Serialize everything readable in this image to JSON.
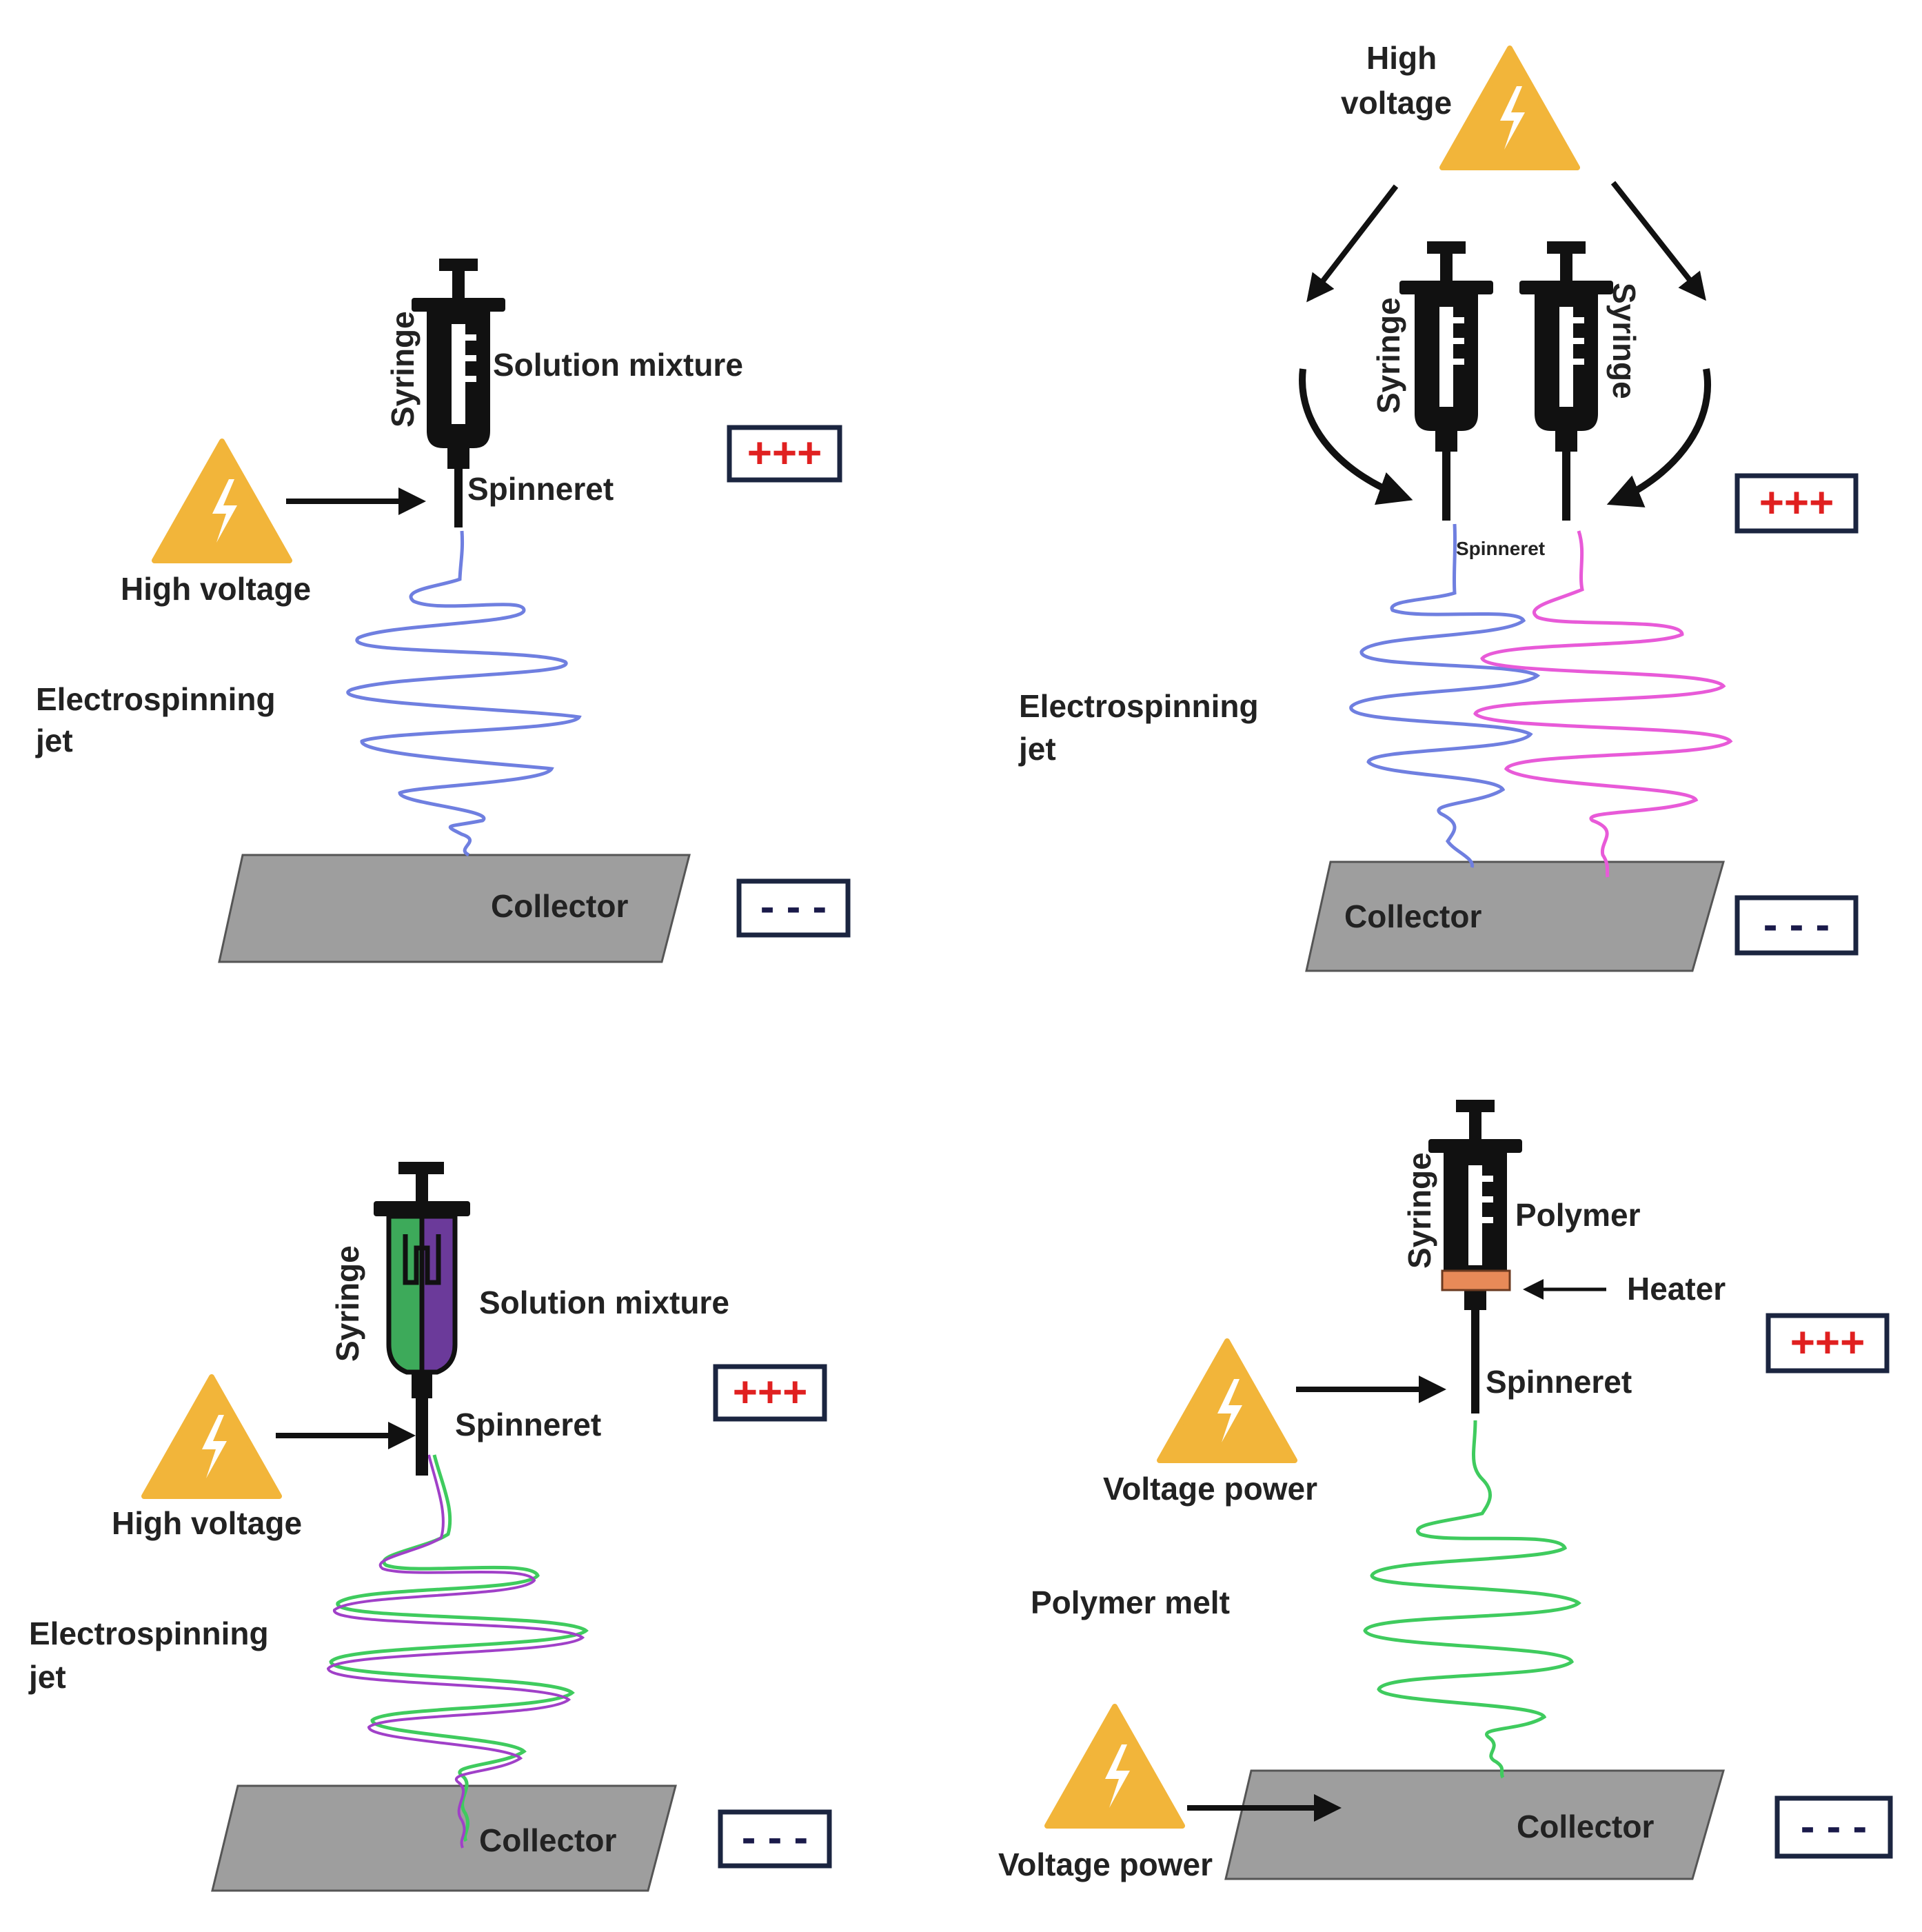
{
  "colors": {
    "warning_fill": "#F2B53A",
    "bolt": "#FFFFFF",
    "collector_fill": "#9E9E9E",
    "collector_stroke": "#555555",
    "plus_sign": "#E02020",
    "minus_sign": "#1A1A4A",
    "sign_box_border": "#1B2540",
    "fiber_blue": "#6F7FE0",
    "fiber_pink": "#E85AD8",
    "fiber_green": "#3FCB5E",
    "fiber_purple": "#A040C8",
    "heater_band": "#E88A58",
    "syringe": "#111111",
    "syringe_green": "#3DAA5A",
    "syringe_purple": "#6B3A9A"
  },
  "icons": [
    "warning-triangle-icon",
    "syringe-icon",
    "arrow-icon"
  ],
  "panels": [
    {
      "id": "single",
      "labels": {
        "syringe": "Syringe",
        "solution": "Solution mixture",
        "spinneret": "Spinneret",
        "voltage": "High voltage",
        "jet_line1": "Electrospinning",
        "jet_line2": "jet",
        "collector": "Collector",
        "positive": "+++",
        "negative": "- - -"
      }
    },
    {
      "id": "side-by-side",
      "labels": {
        "voltage_line1": "High",
        "voltage_line2": "voltage",
        "syringe_left": "Syringe",
        "syringe_right": "Syringe",
        "spinneret": "Spinneret",
        "jet_line1": "Electrospinning",
        "jet_line2": "jet",
        "collector": "Collector",
        "positive": "+++",
        "negative": "- - -"
      }
    },
    {
      "id": "coaxial",
      "labels": {
        "syringe": "Syringe",
        "solution": "Solution mixture",
        "spinneret": "Spinneret",
        "voltage": "High voltage",
        "jet_line1": "Electrospinning",
        "jet_line2": "jet",
        "collector": "Collector",
        "positive": "+++",
        "negative": "- - -"
      }
    },
    {
      "id": "melt",
      "labels": {
        "syringe": "Syringe",
        "polymer": "Polymer",
        "heater": "Heater",
        "spinneret": "Spinneret",
        "voltage_top": "Voltage power",
        "melt": "Polymer melt",
        "voltage_bottom": "Voltage power",
        "collector": "Collector",
        "positive": "+++",
        "negative": "- - -"
      }
    }
  ]
}
